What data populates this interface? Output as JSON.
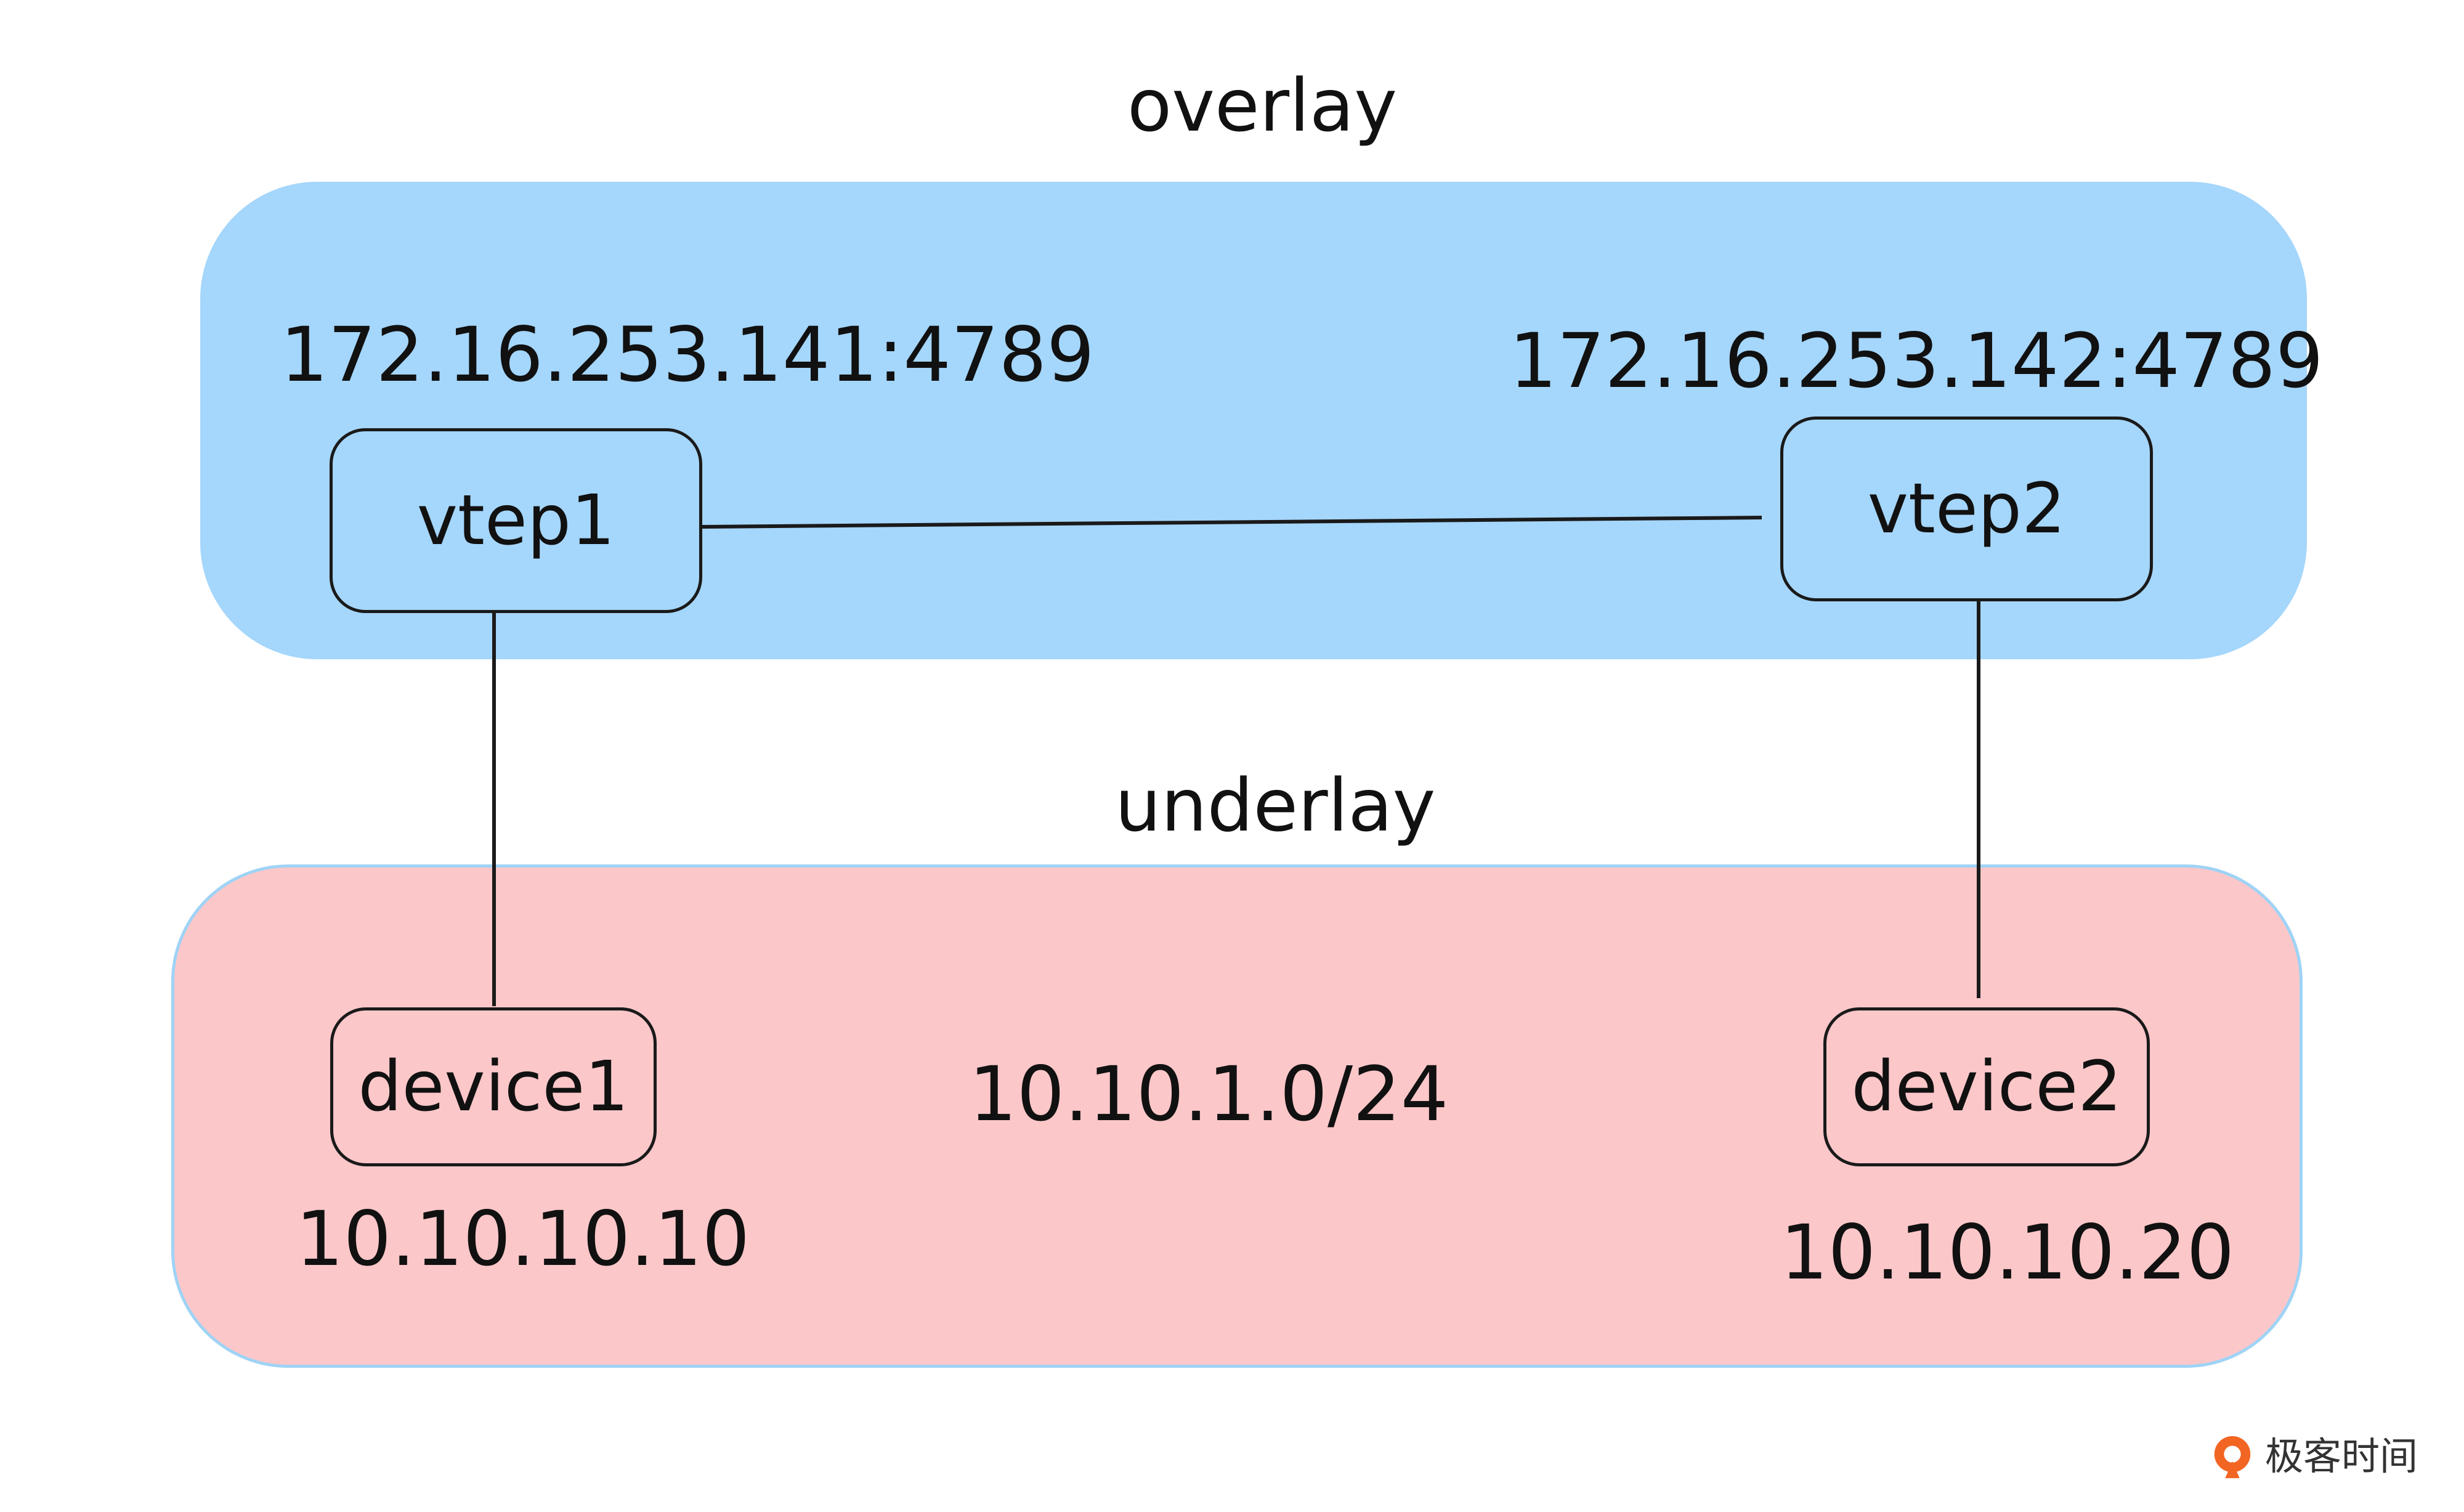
{
  "colors": {
    "overlay_fill": "#a5d6fb",
    "underlay_fill": "#fcc7c9",
    "underlay_border": "#9fd3f5",
    "line": "#1a1a1a",
    "logo_accent": "#f26522"
  },
  "overlay": {
    "label": "overlay",
    "vtep1": {
      "name": "vtep1",
      "address": "172.16.253.141:4789"
    },
    "vtep2": {
      "name": "vtep2",
      "address": "172.16.253.142:4789"
    }
  },
  "underlay": {
    "label": "underlay",
    "subnet": "10.10.1.0/24",
    "device1": {
      "name": "device1",
      "ip": "10.10.10.10"
    },
    "device2": {
      "name": "device2",
      "ip": "10.10.10.20"
    }
  },
  "watermark": {
    "text": "极客时间",
    "icon": "geektime-logo-icon"
  }
}
